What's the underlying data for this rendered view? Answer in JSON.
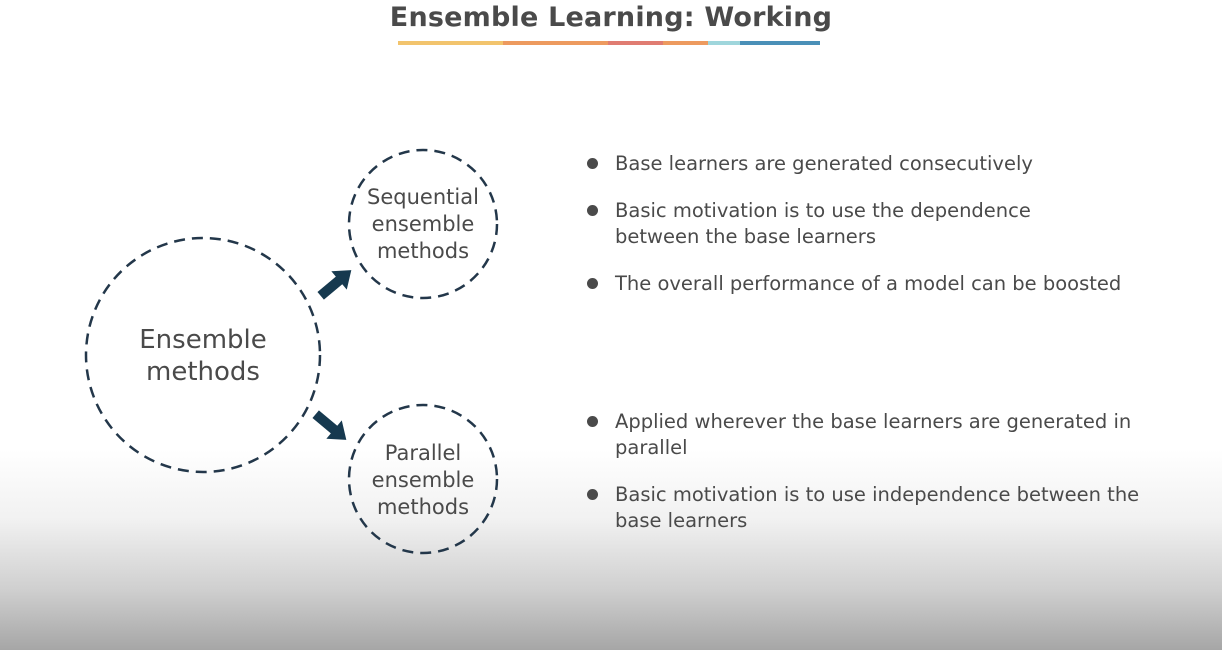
{
  "title": "Ensemble Learning: Working",
  "underline_colors": [
    "#f2c46d",
    "#ed9a5f",
    "#e07c72",
    "#ed9a5f",
    "#9fd6dc",
    "#4a90b8"
  ],
  "diagram": {
    "main_node": "Ensemble methods",
    "sequential_node": "Sequential ensemble methods",
    "parallel_node": "Parallel ensemble methods",
    "circle_color": "#23374a",
    "arrow_color": "#16394f"
  },
  "sequential_points": [
    "Base learners are generated consecutively",
    "Basic motivation is to use the dependence between the base learners",
    "The overall performance of a model can be boosted"
  ],
  "parallel_points": [
    "Applied wherever the base learners are generated in parallel",
    "Basic motivation is to use independence between the base learners"
  ]
}
